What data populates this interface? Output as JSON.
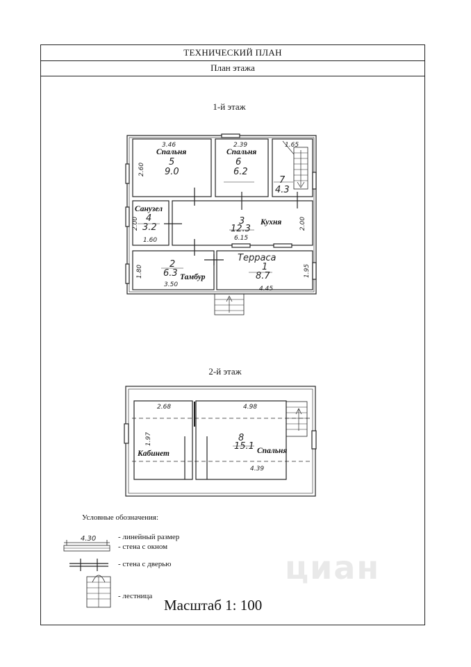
{
  "header": {
    "title": "ТЕХНИЧЕСКИЙ ПЛАН",
    "subtitle": "План этажа"
  },
  "floor1": {
    "title": "1-й этаж",
    "rooms": [
      {
        "id": "5",
        "name": "Спальня",
        "area": "9.0",
        "dim_top": "3.46",
        "dim_side": "2.60"
      },
      {
        "id": "6",
        "name": "Спальня",
        "area": "6.2",
        "dim_top": "2.39"
      },
      {
        "id": "7",
        "area": "4.3",
        "dim_top": "1.65"
      },
      {
        "id": "4",
        "name": "Санузел",
        "area": "3.2",
        "dim_side": "2.00",
        "dim_bottom": "1.60"
      },
      {
        "id": "3",
        "name": "Кухня",
        "area": "12.3",
        "dim_bottom": "6.15",
        "dim_side": "2.00"
      },
      {
        "id": "2",
        "name": "Тамбур",
        "area": "6.3",
        "dim_side": "1.80",
        "dim_bottom": "3.50"
      },
      {
        "id": "1",
        "name": "Терраса",
        "area": "8.7",
        "dim_side": "1.95",
        "dim_bottom": "4.45"
      }
    ]
  },
  "floor2": {
    "title": "2-й этаж",
    "rooms": [
      {
        "id": "8",
        "area": "15.1",
        "names": [
          "Кабинет",
          "Спальня"
        ]
      }
    ],
    "dims": {
      "top_left": "2.68",
      "top_right": "4.98",
      "side": "1.97",
      "bottom": "4.39"
    }
  },
  "legend": {
    "title": "Условные обозначения:",
    "sample_dim": "4.30",
    "items": [
      "- линейный размер",
      "- стена с окном",
      "- стена с дверью",
      "- лестница"
    ]
  },
  "scale": "Масштаб 1: 100",
  "watermark": "циан"
}
